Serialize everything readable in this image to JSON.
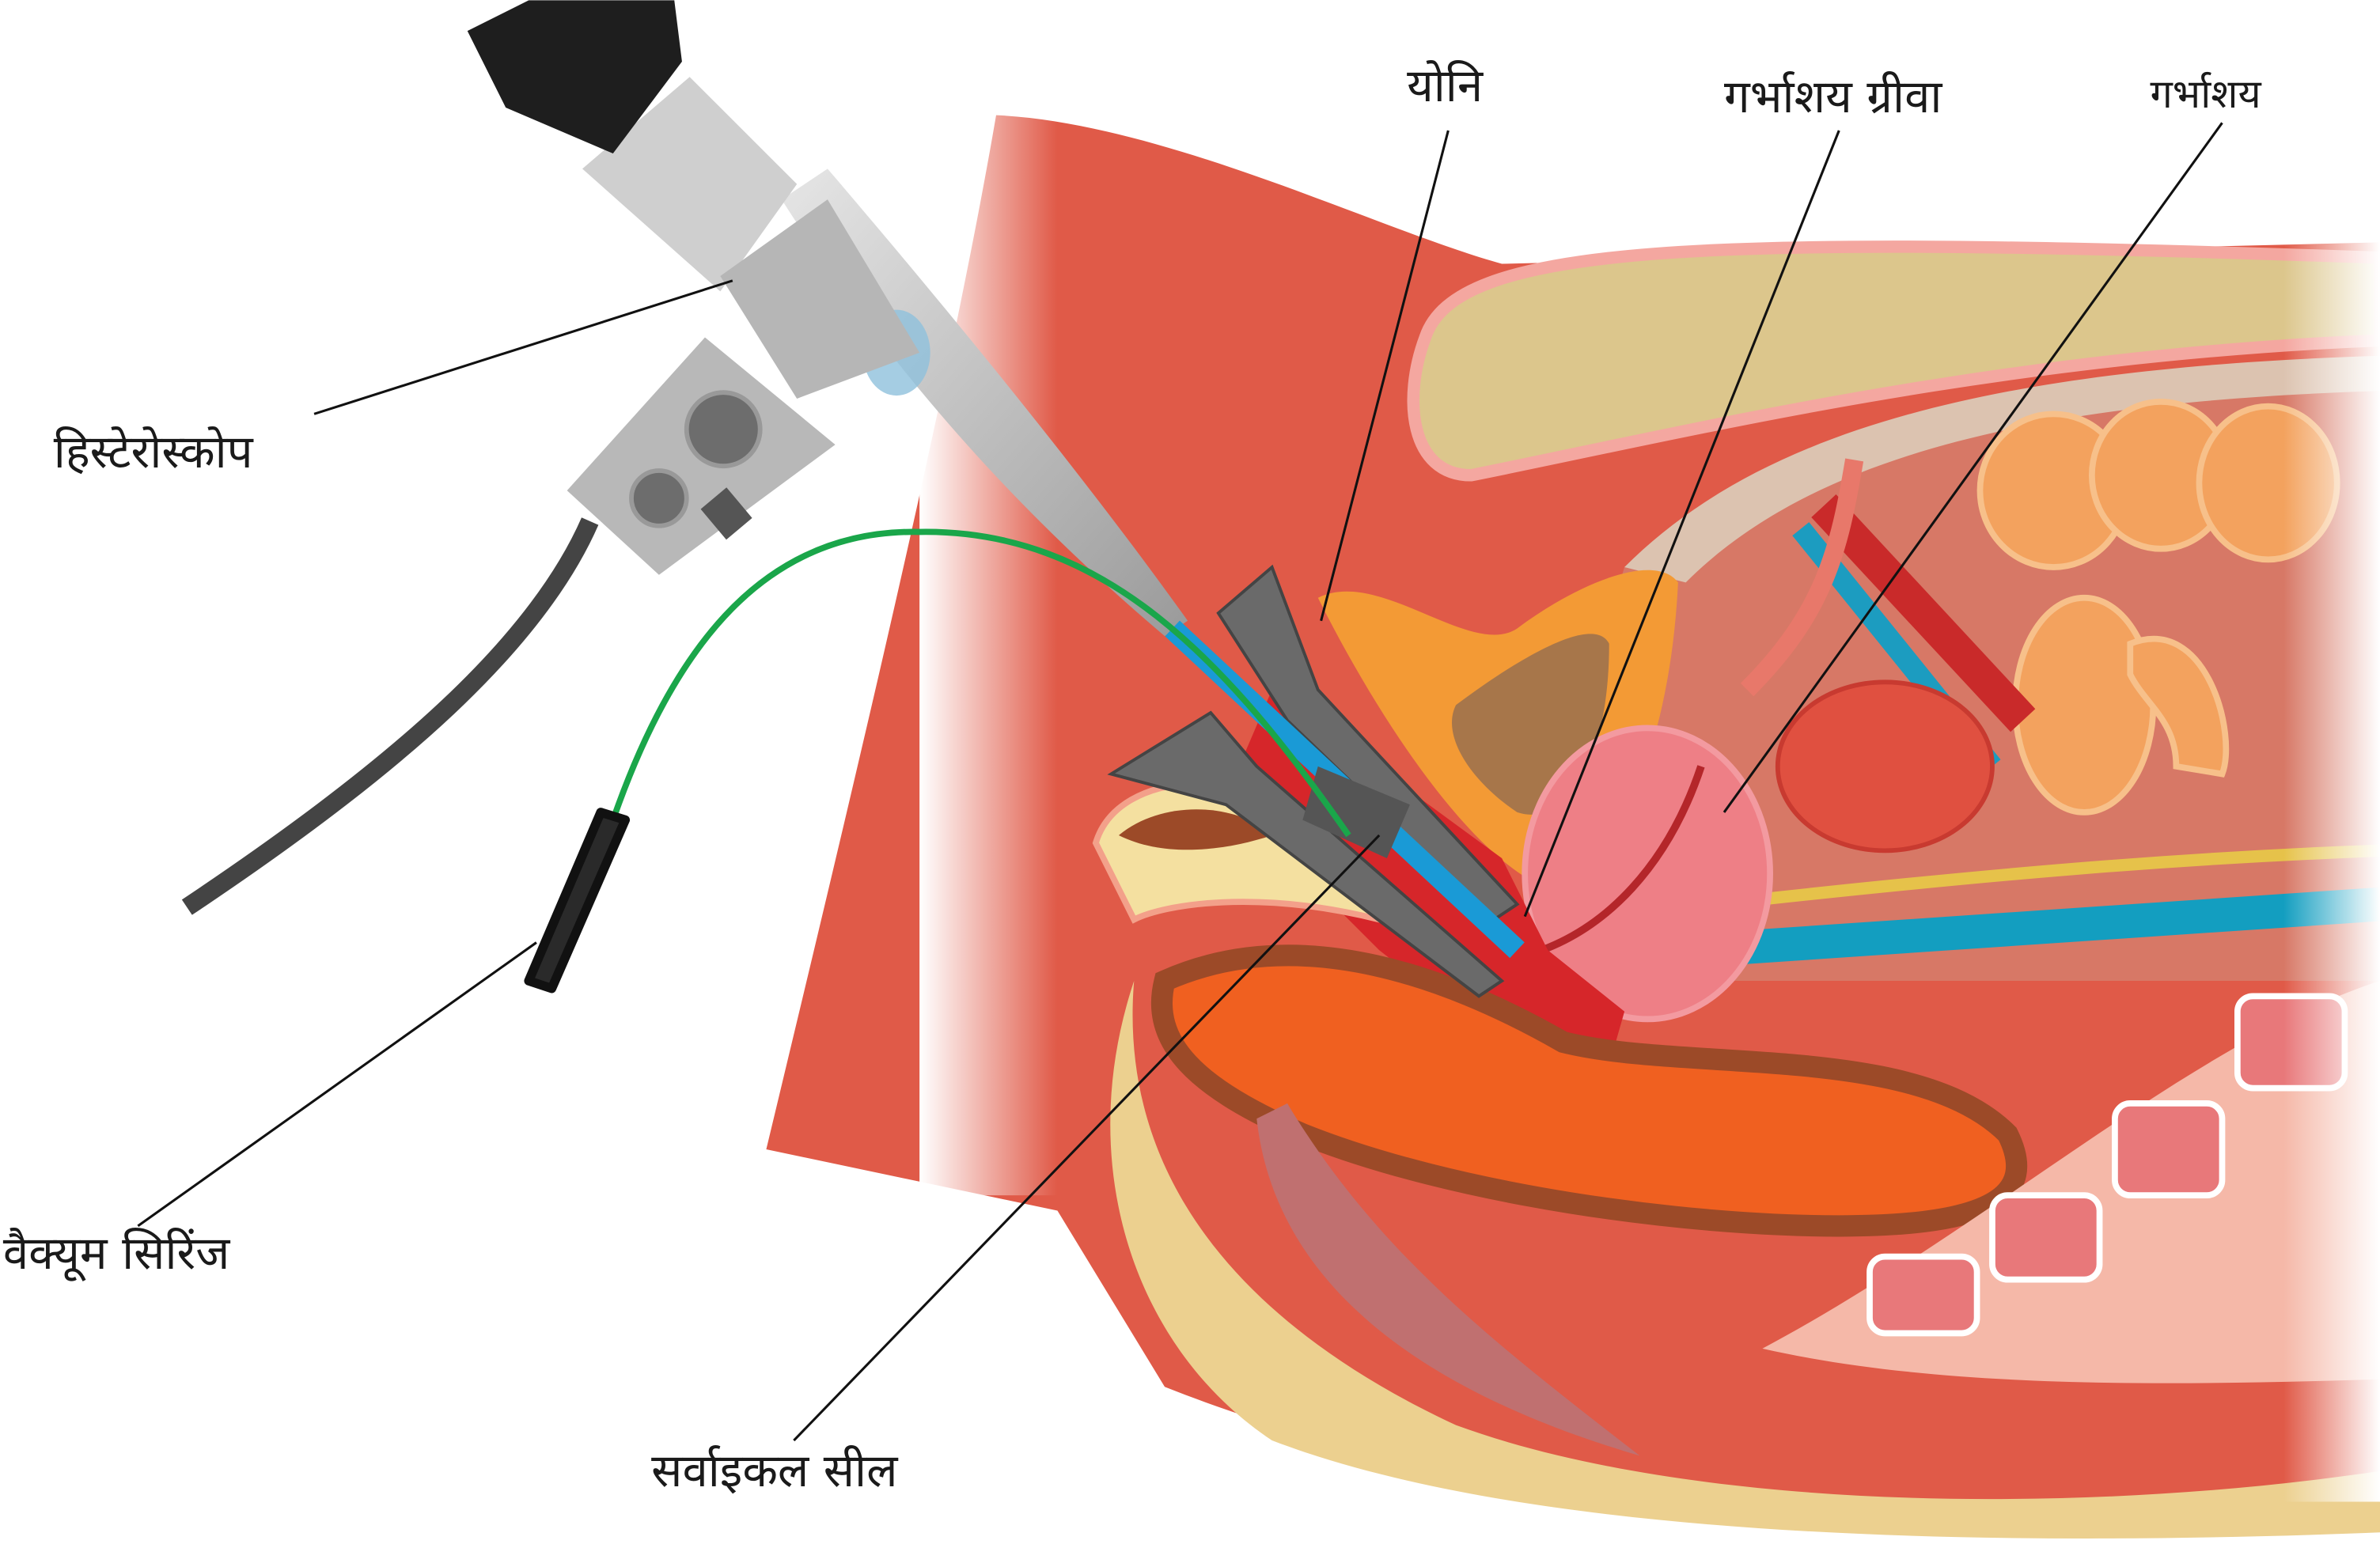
{
  "title": "Hysteroscopy with vacuum syringe and cervical seal – anatomical diagram",
  "labels": {
    "hysteroscope": "हिस्टेरोस्कोप",
    "vacuum_syringe": "वैक्यूम सिरिंज",
    "cervical_seal": "सर्वाइकल सील",
    "vagina": "योनि",
    "cervix": "गर्भाशय ग्रीवा",
    "uterus": "गर्भाशय"
  },
  "colors": {
    "tissue": "#e05a48",
    "bone": "#dcc68c",
    "uterus": "#ee7f86",
    "bladder": "#f39a35",
    "instrument": "#b8b8b8",
    "tube": "#1a9ad6",
    "suction_line": "#1aa64a"
  }
}
